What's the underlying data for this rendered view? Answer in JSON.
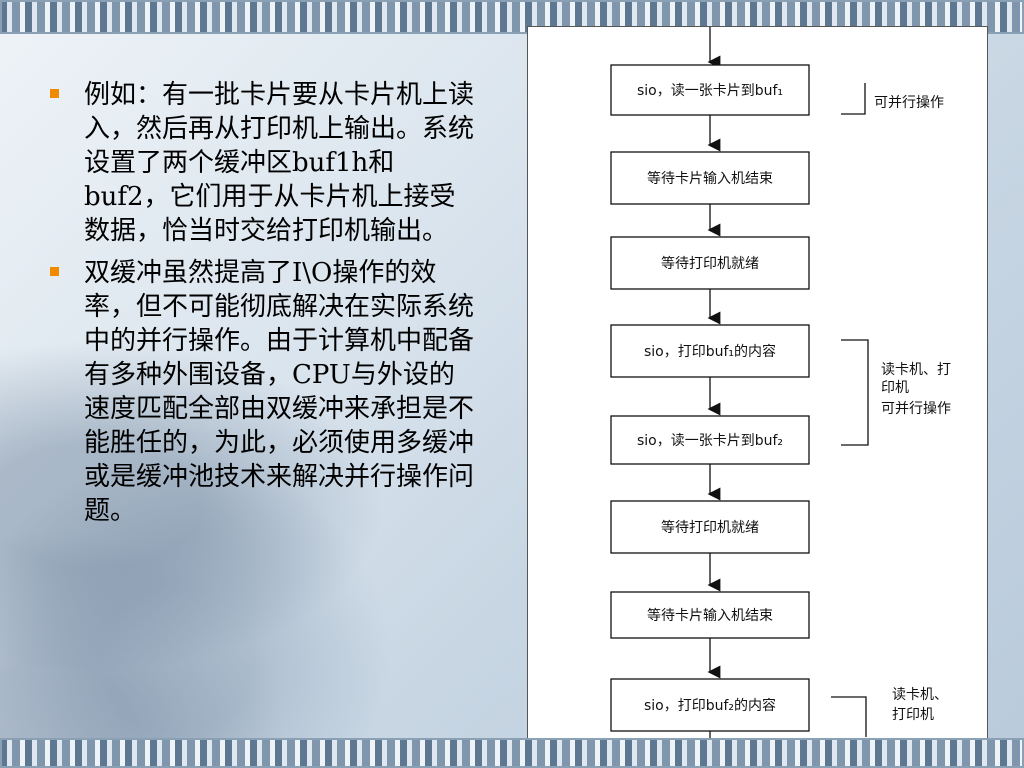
{
  "slide": {
    "bullets": [
      "例如：有一批卡片要从卡片机上读入，然后再从打印机上输出。系统设置了两个缓冲区buf1h和buf2，它们用于从卡片机上接受数据，恰当时交给打印机输出。",
      "双缓冲虽然提高了I\\O操作的效率，但不可能彻底解决在实际系统中的并行操作。由于计算机中配备有多种外围设备，CPU与外设的速度匹配全部由双缓冲来承担是不能胜任的，为此，必须使用多缓冲或是缓冲池技术来解决并行操作问题。"
    ]
  },
  "flowchart": {
    "steps": [
      "sio，读一张卡片到buf₁",
      "等待卡片输入机结束",
      "等待打印机就绪",
      "sio，打印buf₁的内容",
      "sio，读一张卡片到buf₂",
      "等待打印机就绪",
      "等待卡片输入机结束",
      "sio，打印buf₂的内容"
    ],
    "notes": [
      [
        "可并行操作"
      ],
      [
        "读卡机、打",
        "印机",
        "可并行操作"
      ],
      [
        "读卡机、",
        "打印机"
      ]
    ]
  }
}
